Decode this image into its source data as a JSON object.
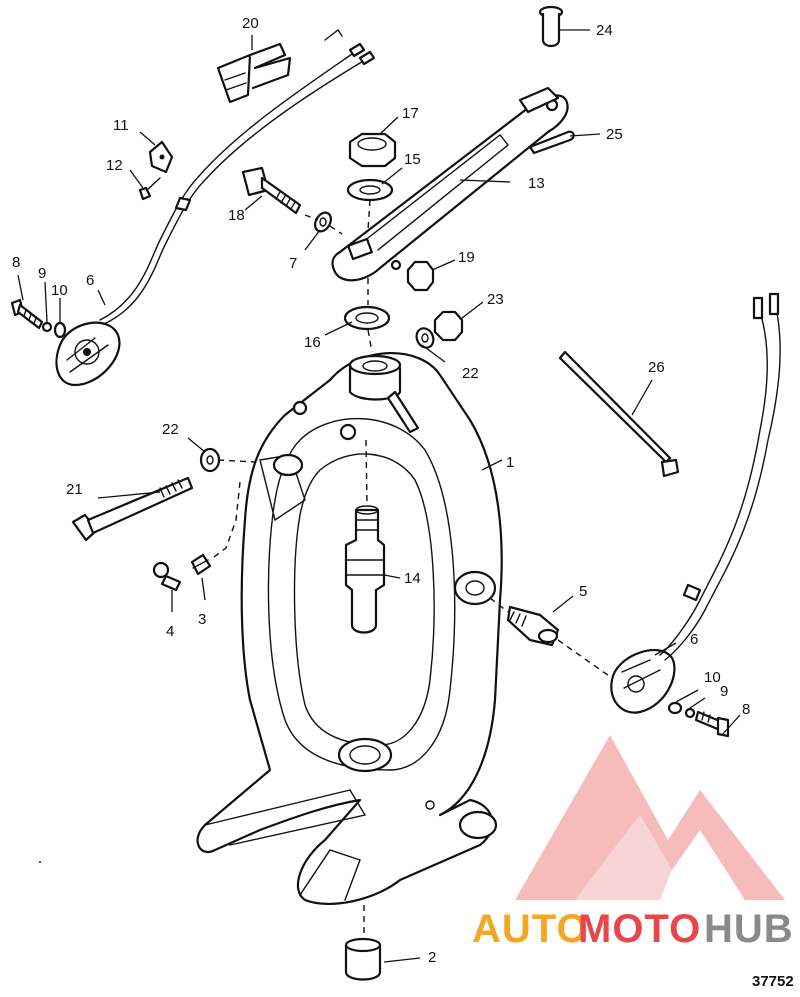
{
  "diagram": {
    "callouts": [
      "1",
      "2",
      "3",
      "4",
      "5",
      "6",
      "7",
      "8",
      "9",
      "10",
      "11",
      "12",
      "13",
      "14",
      "15",
      "16",
      "17",
      "18",
      "19",
      "20",
      "21",
      "22",
      "23",
      "24",
      "25",
      "26"
    ],
    "diagram_number": "37752"
  },
  "watermark": {
    "part1": "AUTO",
    "part2": "MOTO",
    "part3": "HUB",
    "colors": {
      "orange": "#f5a623",
      "red": "#e8464a",
      "gray": "#8a8a8a"
    }
  }
}
